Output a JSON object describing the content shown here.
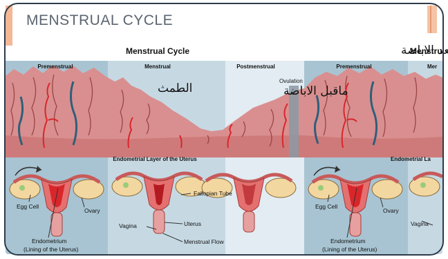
{
  "slide": {
    "heading": "MENSTRUAL CYCLE"
  },
  "diagram": {
    "title": "Menstrual Cycle",
    "title_clipped": "Menstru",
    "phases": [
      "Premenstrual",
      "Menstrual",
      "Postmenstrual"
    ],
    "phases_right": [
      "Premenstrual",
      "Mer"
    ],
    "ovulation": "Ovulation",
    "band_label": "Endometrial Layer of the Uterus",
    "band_label_clipped": "Endometrial La",
    "labels": {
      "egg_cell": "Egg Cell",
      "ovary": "Ovary",
      "fallopian_tube": "Fallopian Tube",
      "vagina": "Vagina",
      "uterus": "Uterus",
      "menstrual_flow": "Menstrual Flow",
      "endometrium": "Endometrium",
      "endometrium_sub": "(Lining of the Uterus)"
    }
  },
  "annotations": {
    "menses": "الطمث",
    "before_ovulation": "ماقبل الاباضة",
    "after_ovulation": "مابعد الاباضة"
  },
  "colors": {
    "tissue": "#d98f8f",
    "tissue_dark": "#b85a5a",
    "band_blue": "#bcd3de",
    "band_light": "#dbe6ee",
    "red": "#d9262b",
    "vein": "#2e5f7a"
  }
}
